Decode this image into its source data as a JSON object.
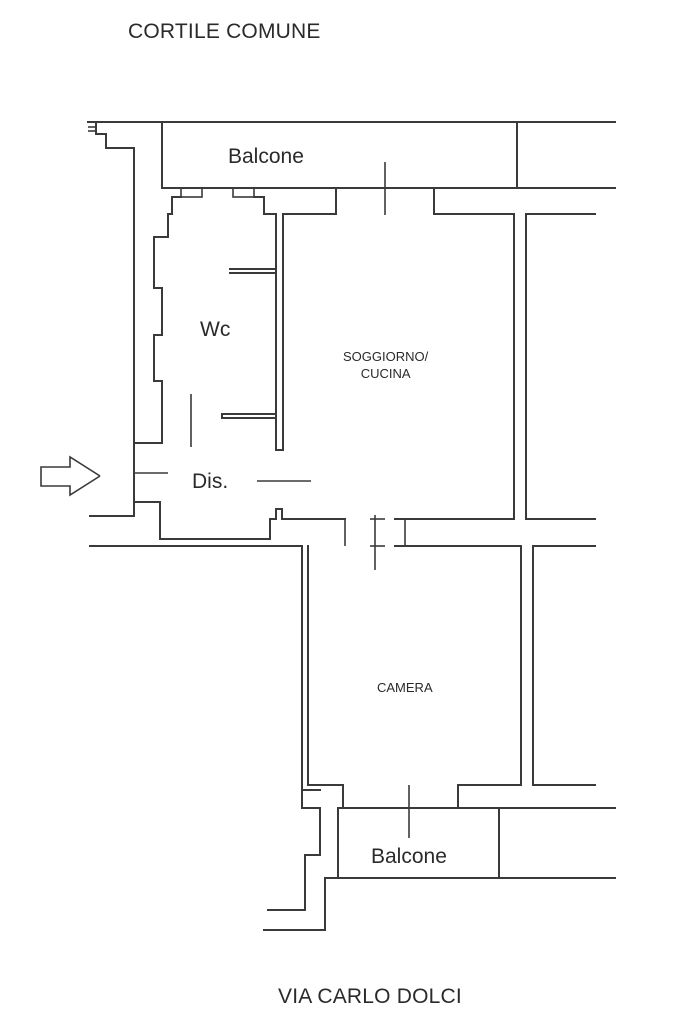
{
  "plan": {
    "top_label": "CORTILE COMUNE",
    "bottom_label": "VIA CARLO DOLCI",
    "rooms": {
      "balcone_top": "Balcone",
      "wc": "Wc",
      "soggiorno_line1": "SOGGIORNO/",
      "soggiorno_line2": "CUCINA",
      "dis": "Dis.",
      "camera": "CAMERA",
      "balcone_bottom": "Balcone"
    },
    "entrance_arrow": "arrow-right-icon",
    "line_color": "#3a3a3a",
    "background": "#ffffff"
  }
}
